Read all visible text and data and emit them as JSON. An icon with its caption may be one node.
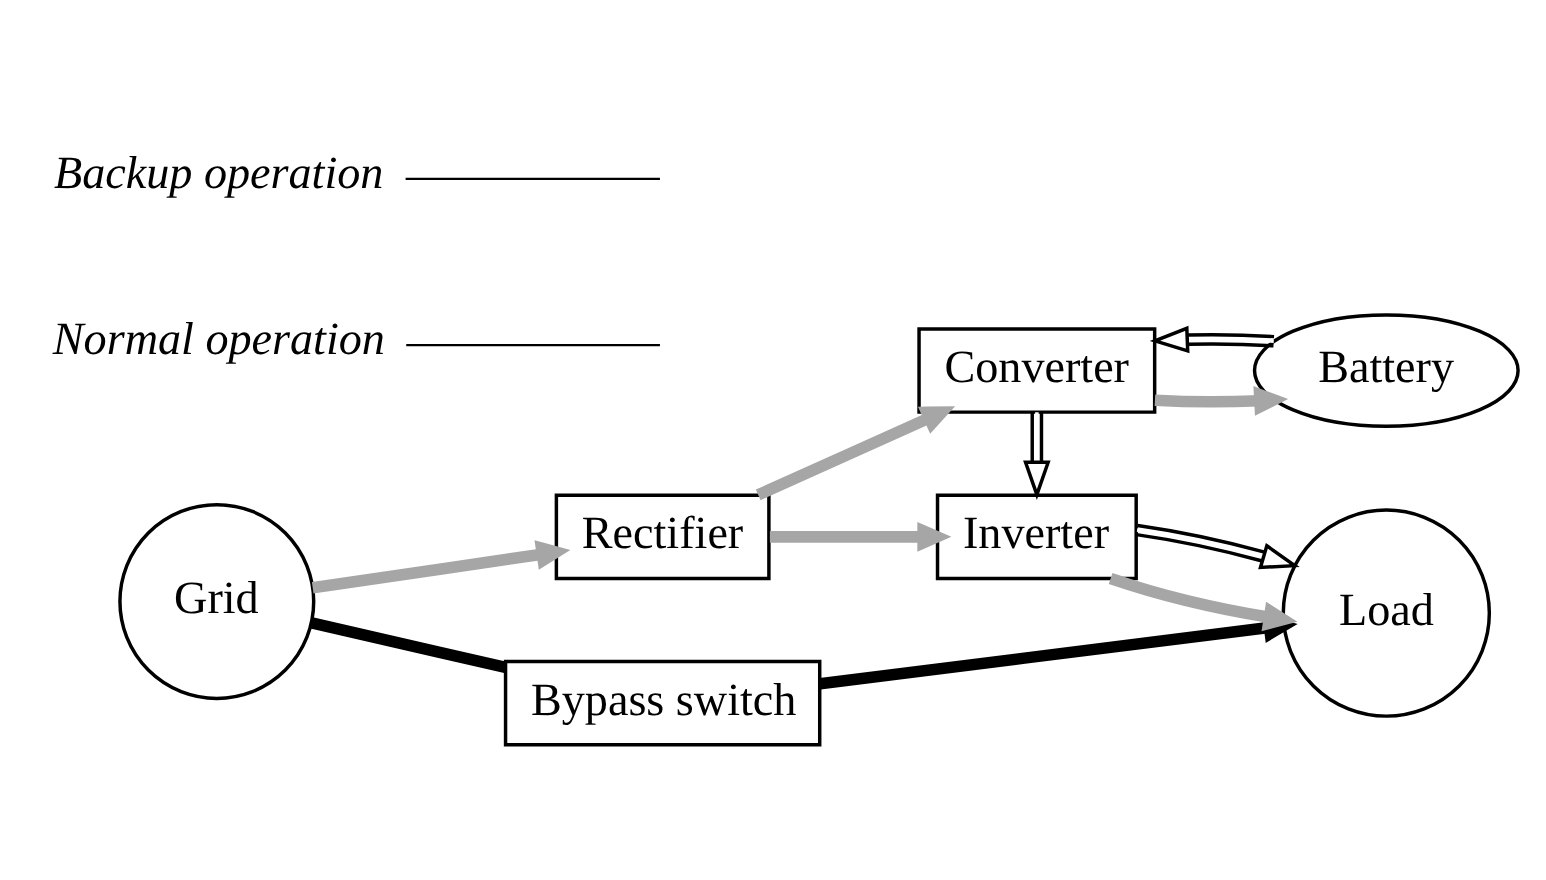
{
  "diagram": {
    "nodes": [
      {
        "text": [
          "Grid"
        ]
      },
      {
        "text": [
          "Bypass switch"
        ]
      },
      {
        "text": [
          "Rectifier"
        ]
      },
      {
        "text": [
          "Inverter"
        ]
      },
      {
        "text": [
          "Load"
        ]
      },
      {
        "text": [
          "Converter"
        ]
      },
      {
        "text": [
          "Battery"
        ]
      },
      {
        "text": [
          "Normal operation"
        ]
      },
      {
        "text": [
          "Backup operation"
        ]
      }
    ],
    "edges": [
      {
        "from": 0,
        "to": 1,
        "arrow": "none"
      },
      {
        "from": 1,
        "to": 4,
        "arrow": "to"
      },
      {
        "from": 0,
        "to": 2,
        "arrow": "to",
        "color": "#a6a6a6"
      },
      {
        "from": 2,
        "to": 3,
        "arrow": "to",
        "color": "#a6a6a6"
      },
      {
        "from": 2,
        "to": 5,
        "arrow": "to",
        "color": "#a6a6a6"
      },
      {
        "from": 3,
        "to": 4,
        "arrow": "to",
        "color": "#a6a6a6"
      },
      {
        "from": 5,
        "to": 6,
        "arrow": "to",
        "color": "#a6a6a6"
      },
      {
        "from": 6,
        "to": 5,
        "arrow": "to"
      },
      {
        "from": 5,
        "to": 3,
        "arrow": "to"
      },
      {
        "from": 3,
        "to": 4,
        "arrow": "to"
      },
      {
        "from": 7,
        "to": null,
        "arrow": "none"
      },
      {
        "from": 8,
        "to": null,
        "arrow": "none"
      }
    ]
  }
}
